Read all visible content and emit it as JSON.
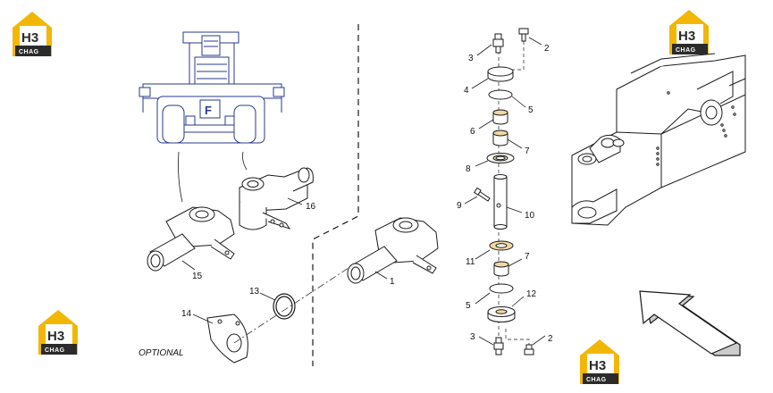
{
  "logo": {
    "line1": "H3",
    "line2": "CHAG",
    "color_gold": "#f2b705",
    "color_dark": "#2b2b2b"
  },
  "note": {
    "optional": "OPTIONAL"
  },
  "callouts": {
    "c1": "1",
    "c2a": "2",
    "c2b": "2",
    "c3a": "3",
    "c3b": "3",
    "c4": "4",
    "c5a": "5",
    "c5b": "5",
    "c6": "6",
    "c7a": "7",
    "c7b": "7",
    "c8": "8",
    "c9": "9",
    "c10": "10",
    "c11": "11",
    "c12": "12",
    "c13": "13",
    "c14": "14",
    "c15": "15",
    "c16": "16"
  },
  "colors": {
    "line": "#1a1a1a",
    "loader_blue": "#2a3a8c",
    "bearing_fill": "#f0d8a0"
  }
}
